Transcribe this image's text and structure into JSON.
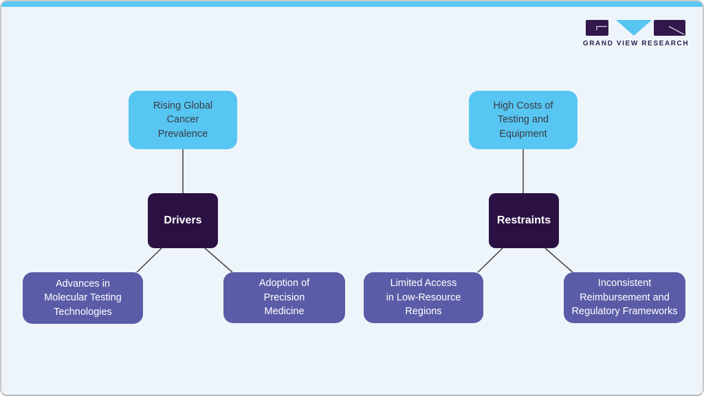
{
  "brand": {
    "name": "GRAND VIEW RESEARCH",
    "logo_icon": "gvr-monogram (dark purple G block, sky-blue V triangle, dark purple R block)",
    "colors": {
      "dark_purple": "#32174d",
      "sky_blue": "#56c5f1",
      "text": "#2b2350"
    }
  },
  "theme": {
    "page_background": "#eef5fa",
    "top_accent_bar": "#5bc7f3",
    "frame_border": "#c9c9c9",
    "connector_line": "#3f3f3f",
    "cause_box": "#57c6f2",
    "hub_box": "#2b1143",
    "effect_box": "#5b5ca7",
    "cause_text": "#3a3a45",
    "light_text": "#ffffff"
  },
  "diagram": {
    "drivers": {
      "cause": "Rising Global\nCancer\nPrevalence",
      "label": "Drivers",
      "effects": [
        "Advances in\nMolecular Testing\nTechnologies",
        "Adoption of\nPrecision\nMedicine"
      ]
    },
    "restraints": {
      "cause": "High Costs of\nTesting and\nEquipment",
      "label": "Restraints",
      "effects": [
        "Limited Access\nin Low-Resource\nRegions",
        "Inconsistent\nReimbursement and\nRegulatory Frameworks"
      ]
    },
    "edges": [
      {
        "from": "rising-global-cancer-prevalence",
        "to": "drivers"
      },
      {
        "from": "drivers",
        "to": "advances-in-molecular-testing-technologies"
      },
      {
        "from": "drivers",
        "to": "adoption-of-precision-medicine"
      },
      {
        "from": "high-costs-of-testing-and-equipment",
        "to": "restraints"
      },
      {
        "from": "restraints",
        "to": "limited-access-in-low-resource-regions"
      },
      {
        "from": "restraints",
        "to": "inconsistent-reimbursement-and-regulatory-frameworks"
      }
    ]
  }
}
